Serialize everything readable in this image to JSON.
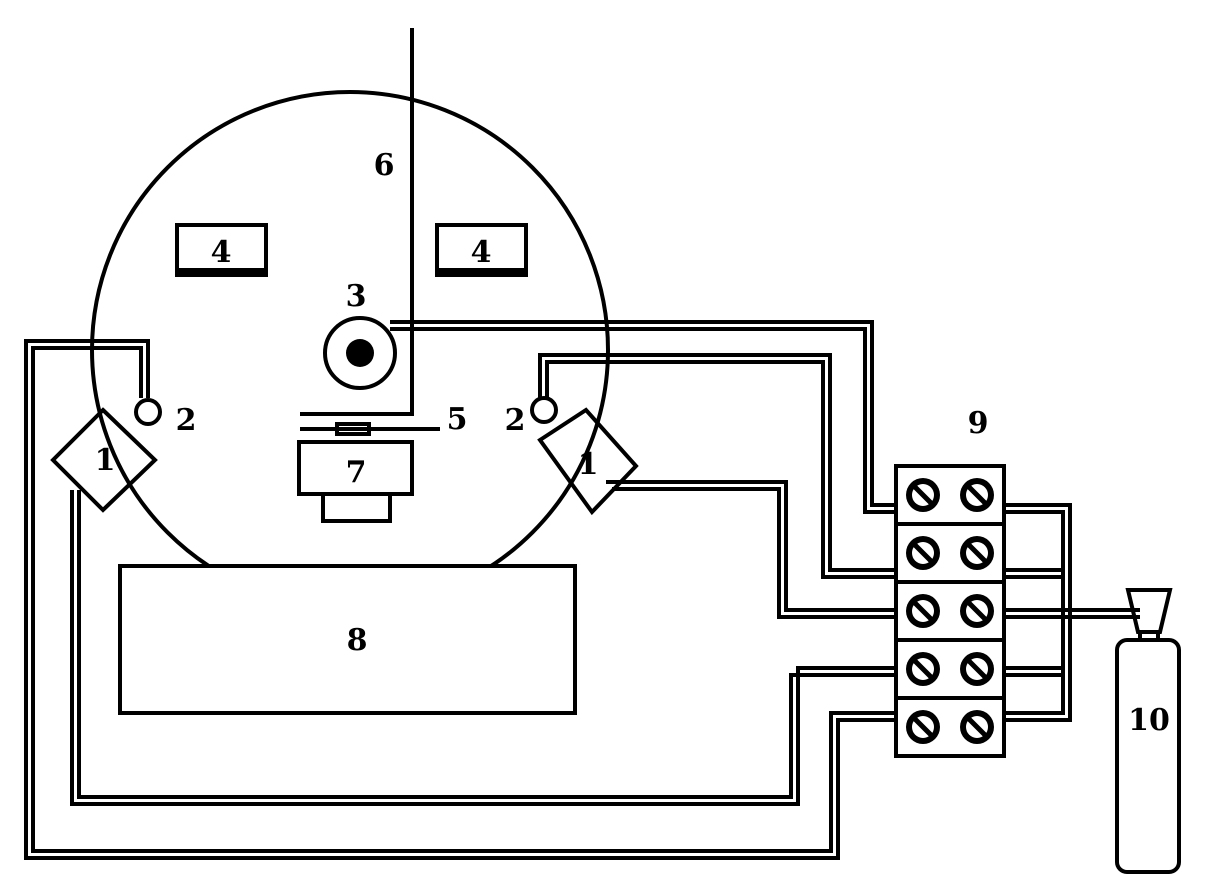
{
  "labels": {
    "inlet": "1",
    "sensor": "2",
    "source": "3",
    "window": "4",
    "sample": "5",
    "rod": "6",
    "heater": "7",
    "base": "8",
    "valve_block": "9",
    "gas_cylinder": "10"
  },
  "valve_block": {
    "rows": 5,
    "valves_per_row": 2
  }
}
